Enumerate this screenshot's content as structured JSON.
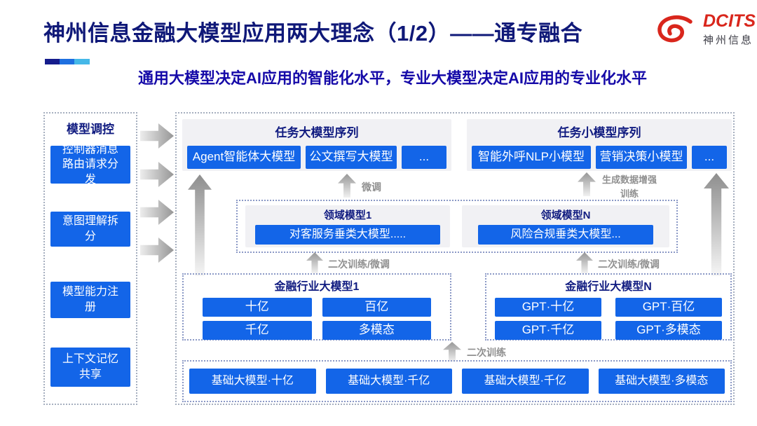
{
  "header": {
    "title": "神州信息金融大模型应用两大理念（1/2）——通专融合",
    "subtitle": "通用大模型决定AI应用的智能化水平，专业大模型决定AI应用的专业化水平",
    "logo": {
      "name": "DCITS",
      "subname": "神州信息"
    }
  },
  "sidebar": {
    "title": "模型调控",
    "items": [
      "控制器消息路由请求分发",
      "意图理解拆分",
      "模型能力注册",
      "上下文记忆共享"
    ]
  },
  "main": {
    "task_large_group": {
      "title": "任务大模型序列",
      "items": [
        "Agent智能体大模型",
        "公文撰写大模型",
        "..."
      ]
    },
    "task_small_group": {
      "title": "任务小模型序列",
      "items": [
        "智能外呼NLP小模型",
        "营销决策小模型",
        "..."
      ]
    },
    "arrow_labels": {
      "finetune": "微调",
      "gen_data_train": "生成数据增强训练",
      "secondary_finetune": "二次训练/微调",
      "secondary_train": "二次训练"
    },
    "domain_group": {
      "boxes": [
        {
          "title": "领域模型1",
          "item": "对客服务垂类大模型....."
        },
        {
          "title": "领域模型N",
          "item": "风险合规垂类大模型..."
        }
      ]
    },
    "industry_groups": [
      {
        "title": "金融行业大模型1",
        "items": [
          "十亿",
          "百亿",
          "千亿",
          "多模态"
        ]
      },
      {
        "title": "金融行业大模型N",
        "items": [
          "GPT·十亿",
          "GPT·百亿",
          "GPT·千亿",
          "GPT·多模态"
        ]
      }
    ],
    "base_group": {
      "items": [
        "基础大模型·十亿",
        "基础大模型·千亿",
        "基础大模型·千亿",
        "基础大模型·多模态"
      ]
    }
  },
  "colors": {
    "accent_blue": "#1365E8",
    "navy": "#101B80",
    "logo_red": "#D9261C"
  }
}
